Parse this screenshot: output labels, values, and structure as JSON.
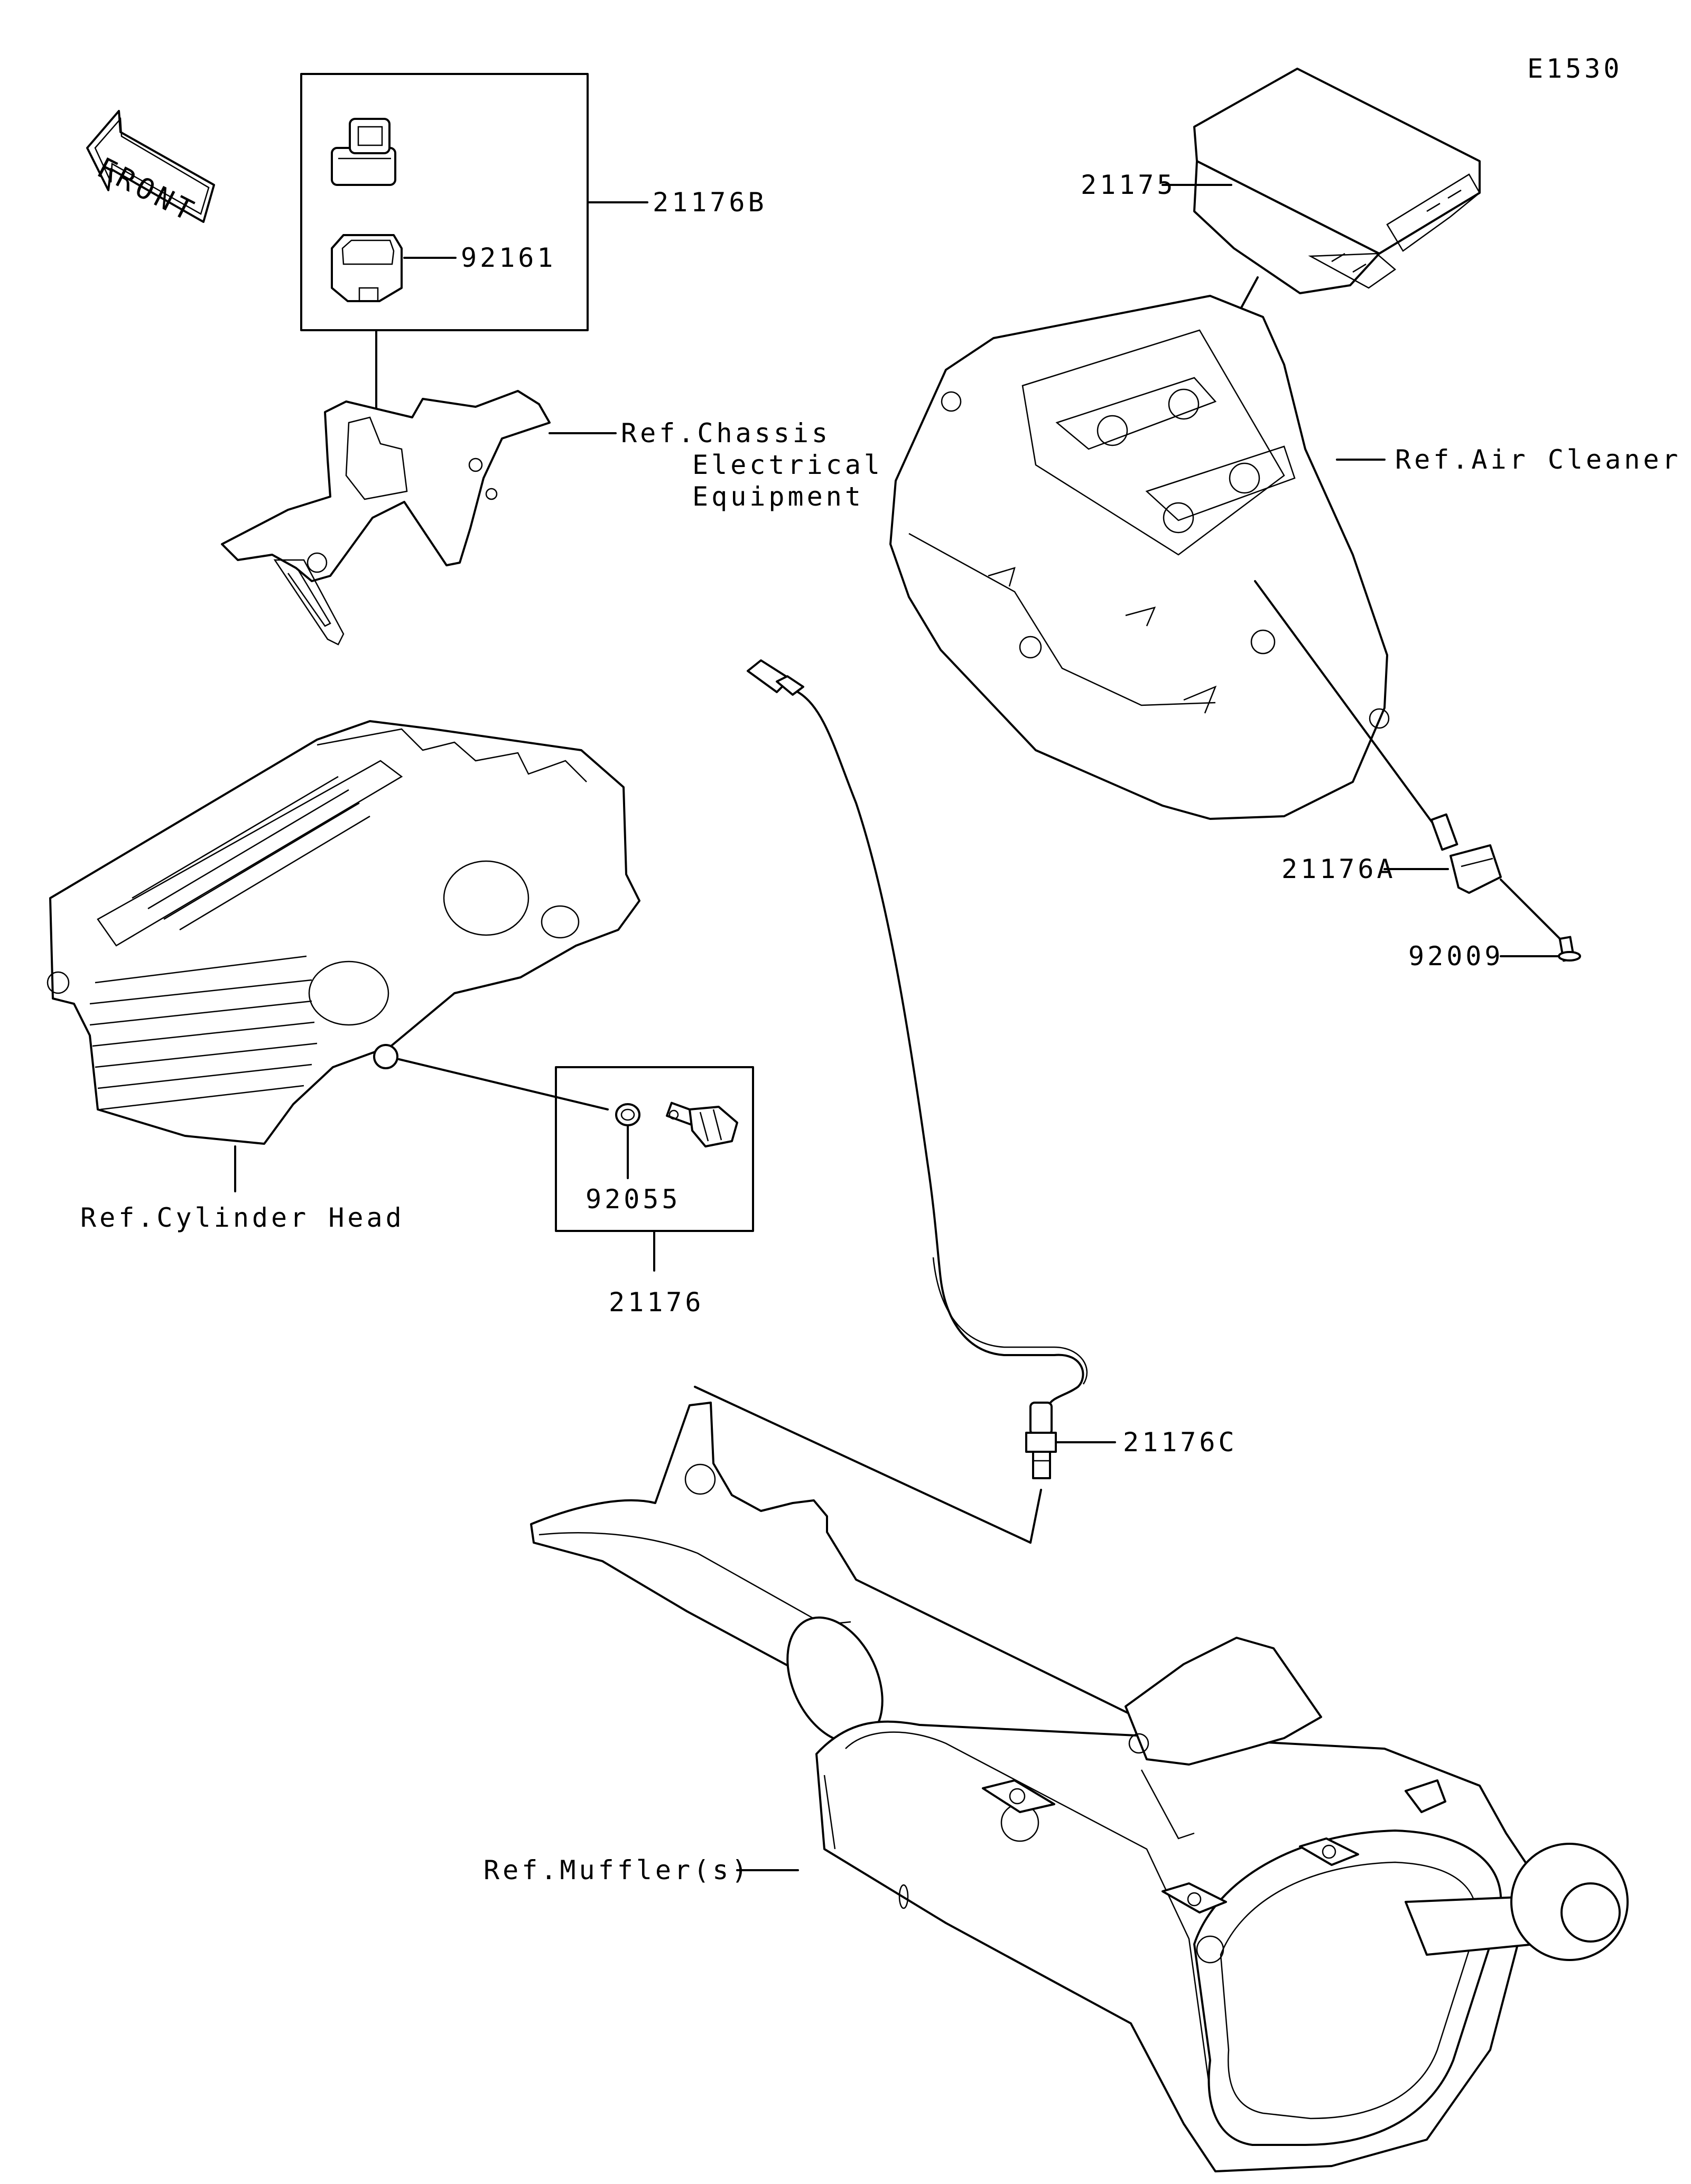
{
  "diagram_code": "E1530",
  "front_arrow": {
    "text": "FRONT",
    "icon": "front-arrow-icon"
  },
  "callouts": {
    "p21176B": "21176B",
    "p92161": "92161",
    "p21175": "21175",
    "ref_chassis_1": "Ref.Chassis",
    "ref_chassis_2": "Electrical",
    "ref_chassis_3": "Equipment",
    "ref_air_cleaner": "Ref.Air Cleaner",
    "p21176A": "21176A",
    "p92009": "92009",
    "p92055": "92055",
    "ref_cylinder_head": "Ref.Cylinder Head",
    "p21176": "21176",
    "p21176C": "21176C",
    "ref_muffler": "Ref.Muffler(s)"
  },
  "parts": [
    "connector-icon",
    "connector-housing-icon",
    "bracket-icon",
    "ecu-icon",
    "air-cleaner-housing-icon",
    "intake-air-sensor-icon",
    "screw-icon",
    "cylinder-head-icon",
    "o-ring-icon",
    "temperature-sensor-icon",
    "oxygen-sensor-wire-icon",
    "oxygen-sensor-icon",
    "muffler-icon"
  ]
}
